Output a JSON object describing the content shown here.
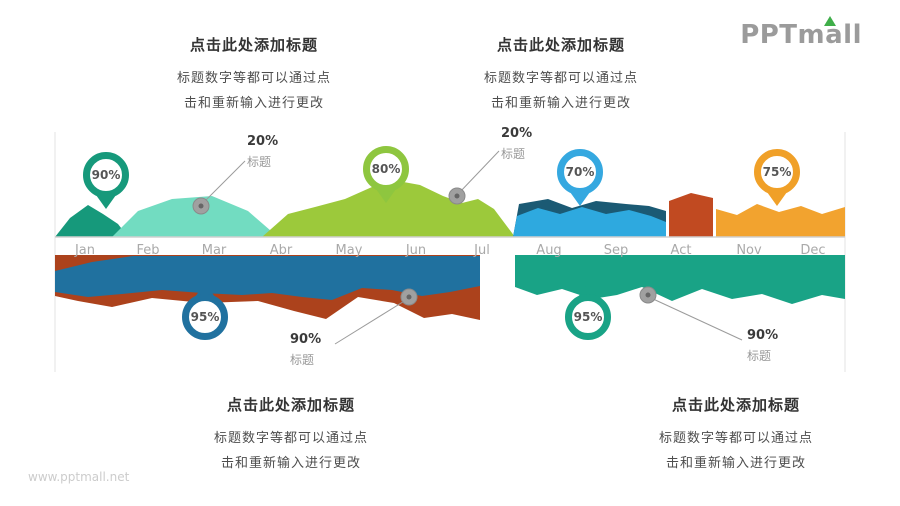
{
  "brand": {
    "logo_text": "PPTmall",
    "logo_color": "#9b9b9b",
    "logo_accent_color": "#3fae49",
    "watermark": "www.pptmall.net"
  },
  "placeholder_block": {
    "title": "点击此处添加标题",
    "line1": "标题数字等都可以通过点",
    "line2": "击和重新输入进行更改"
  },
  "chart_data": {
    "type": "area",
    "categories": [
      "Jan",
      "Feb",
      "Mar",
      "Abr",
      "May",
      "Jun",
      "Jul",
      "Aug",
      "Sep",
      "Act",
      "Nov",
      "Dec"
    ],
    "axis": {
      "line_color": "#d0d0d0",
      "tick_label_color": "#a9a9a9"
    },
    "markers": [
      {
        "value": "90%",
        "anchor": "Jan",
        "row": "top",
        "color": "#16997B"
      },
      {
        "value": "80%",
        "anchor": "May",
        "row": "top",
        "color": "#8EC63F"
      },
      {
        "value": "70%",
        "anchor": "Aug",
        "row": "top",
        "color": "#35A8E0"
      },
      {
        "value": "75%",
        "anchor": "Nov",
        "row": "top",
        "color": "#F0A028"
      },
      {
        "value": "95%",
        "anchor": "Feb",
        "row": "bottom",
        "color": "#20719F"
      },
      {
        "value": "95%",
        "anchor": "Aug",
        "row": "bottom",
        "color": "#19A386"
      }
    ],
    "callouts": [
      {
        "value": "20%",
        "label": "标题",
        "anchor": "Mar",
        "row": "top"
      },
      {
        "value": "20%",
        "label": "标题",
        "anchor": "Jul",
        "row": "top"
      },
      {
        "value": "90%",
        "label": "标题",
        "anchor": "Jun",
        "row": "bottom"
      },
      {
        "value": "90%",
        "label": "标题",
        "anchor": "Sep",
        "row": "bottom"
      }
    ],
    "areas": [
      {
        "name": "teal-peak",
        "range": "Jan",
        "color": "#16997B"
      },
      {
        "name": "mint-area",
        "range": "Feb–Abr",
        "color": "#72DCC1"
      },
      {
        "name": "lime-area",
        "range": "Abr–Jul",
        "color": "#9CC93B"
      },
      {
        "name": "navy-area",
        "range": "Aug–Sep",
        "color": "#1B5A74"
      },
      {
        "name": "lightblue-area",
        "range": "Aug–Sep",
        "color": "#2EA9DF"
      },
      {
        "name": "rust-block",
        "range": "Act",
        "color": "#C14A21"
      },
      {
        "name": "orange-area",
        "range": "Nov–Dec",
        "color": "#F2A32F"
      },
      {
        "name": "rust-band-bottom-left",
        "range": "Jan–Jul",
        "color": "#AC421C"
      },
      {
        "name": "blue-band-bottom-left",
        "range": "Jan–Jul",
        "color": "#20719F"
      },
      {
        "name": "teal-band-bottom-right",
        "range": "Aug–Dec",
        "color": "#19A386"
      }
    ]
  }
}
